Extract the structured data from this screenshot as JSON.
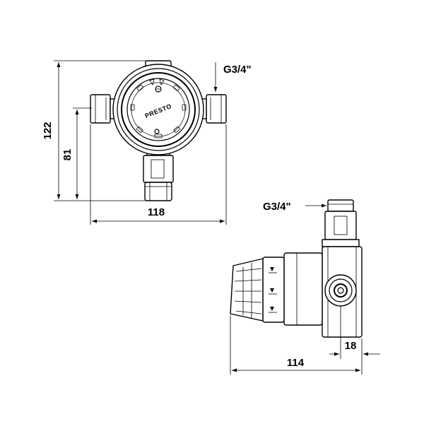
{
  "dimensions": {
    "height_total": "122",
    "height_partial": "81",
    "width_top": "118",
    "thread_top": "G3/4\"",
    "thread_side": "G3/4\"",
    "depth_offset": "18",
    "depth_total": "114"
  },
  "brand_label": "PRESTO",
  "colors": {
    "line": "#000000",
    "background": "#ffffff"
  }
}
